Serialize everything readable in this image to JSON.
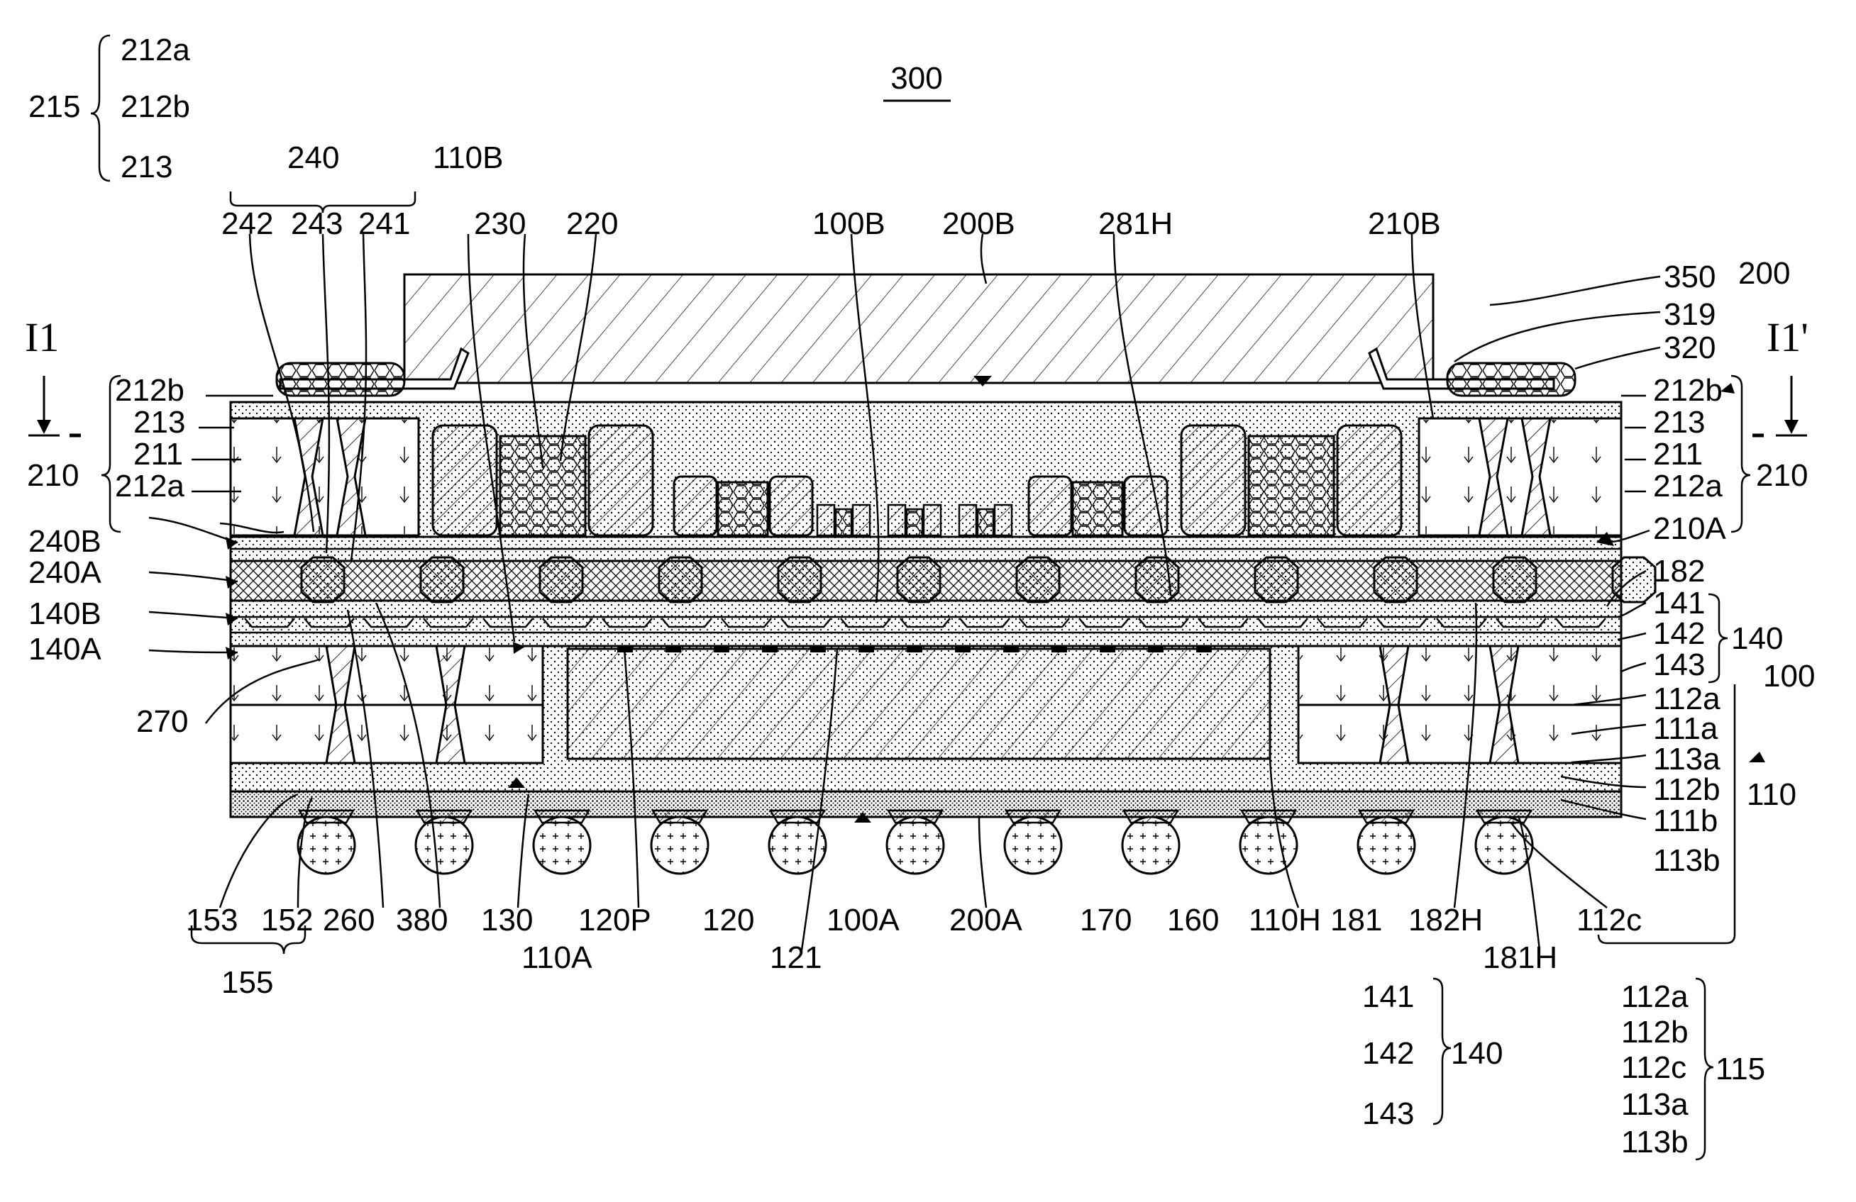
{
  "figure_title": "300",
  "section_mark_left": "I1",
  "section_mark_right": "I1'",
  "legend_215": {
    "group": "215",
    "items": [
      "212a",
      "212b",
      "213"
    ]
  },
  "legend_140": {
    "group": "140",
    "items": [
      "141",
      "142",
      "143"
    ]
  },
  "legend_115": {
    "group": "115",
    "items": [
      "112a",
      "112b",
      "112c",
      "113a",
      "113b"
    ]
  },
  "labels": {
    "240": "240",
    "242": "242",
    "243": "243",
    "241": "241",
    "110B": "110B",
    "230": "230",
    "220": "220",
    "100B": "100B",
    "200B": "200B",
    "281H": "281H",
    "210B": "210B",
    "350": "350",
    "319": "319",
    "320": "320",
    "200": "200",
    "212b_l": "212b",
    "213_l": "213",
    "211_l": "211",
    "210_l": "210",
    "212a_l": "212a",
    "240B": "240B",
    "240A": "240A",
    "140B": "140B",
    "140A": "140A",
    "270": "270",
    "212b_r": "212b",
    "213_r": "213",
    "211_r": "211",
    "210_r": "210",
    "212a_r": "212a",
    "210A": "210A",
    "182": "182",
    "141": "141",
    "142": "142",
    "143": "143",
    "140": "140",
    "100": "100",
    "112a": "112a",
    "111a": "111a",
    "113a": "113a",
    "112b": "112b",
    "110": "110",
    "111b": "111b",
    "113b": "113b",
    "153": "153",
    "152": "152",
    "260": "260",
    "380": "380",
    "130": "130",
    "120P": "120P",
    "120": "120",
    "100A": "100A",
    "200A": "200A",
    "170": "170",
    "160": "160",
    "110H": "110H",
    "181": "181",
    "182H": "182H",
    "112c": "112c",
    "155": "155",
    "110A": "110A",
    "121": "121",
    "181H": "181H"
  },
  "colors": {
    "ink": "#000000",
    "paper": "#ffffff"
  }
}
